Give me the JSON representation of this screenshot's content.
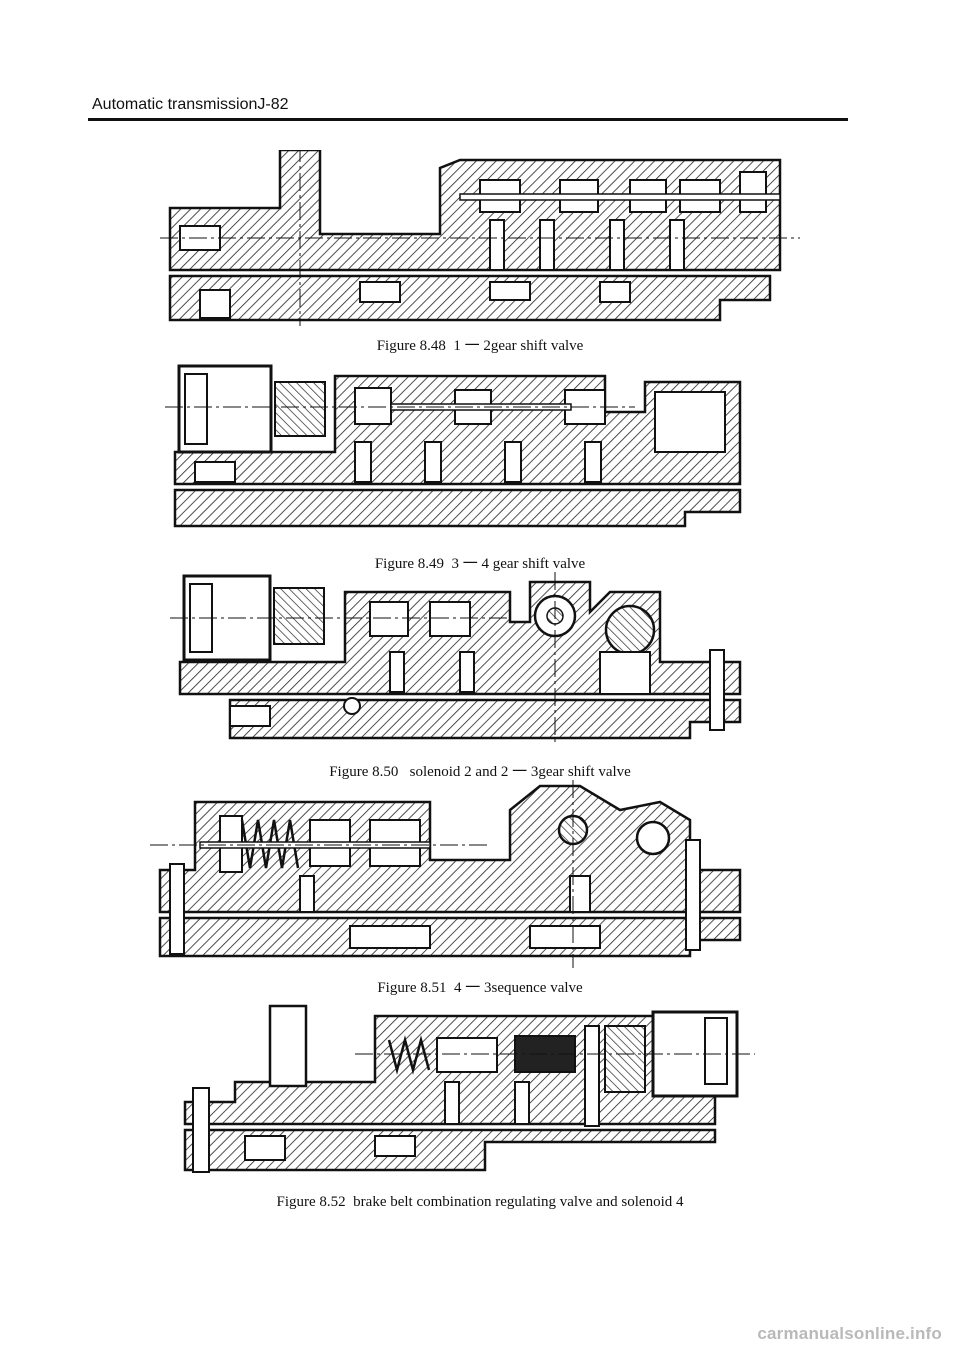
{
  "header": {
    "text": "Automatic transmissionJ-82"
  },
  "figures": [
    {
      "caption": "Figure 8.48  1 一 2gear shift valve"
    },
    {
      "caption": "Figure 8.49  3 一 4 gear shift valve"
    },
    {
      "caption": "Figure 8.50   solenoid 2 and 2 一 3gear shift valve"
    },
    {
      "caption": "Figure 8.51  4 一 3sequence valve"
    },
    {
      "caption": "Figure 8.52  brake belt combination regulating valve and solenoid 4"
    }
  ],
  "watermark": {
    "text": "carmanualsonline.info"
  }
}
